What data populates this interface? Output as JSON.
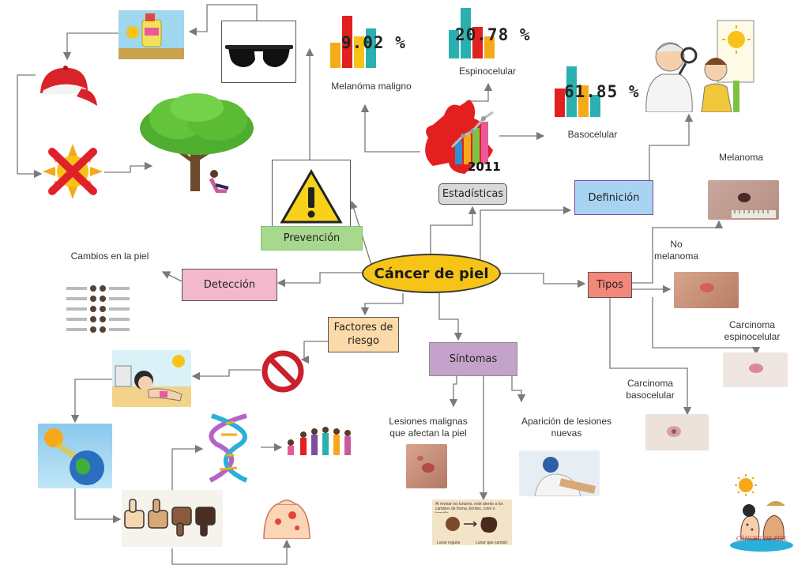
{
  "central": {
    "label": "Cáncer de piel"
  },
  "branches": {
    "prevencion": "Prevención",
    "estadisticas": "Estadísticas",
    "definicion": "Definición",
    "deteccion": "Detección",
    "tipos": "Tipos",
    "factores": "Factores de riesgo",
    "sintomas": "Síntomas"
  },
  "stats": {
    "melanoma_pct": "9.02 %",
    "melanoma_label": "Melanóma maligno",
    "espino_pct": "20.78 %",
    "espino_label": "Espinocelular",
    "baso_pct": "61.85 %",
    "baso_label": "Basocelular",
    "year": "2011"
  },
  "detection": {
    "changes_label": "Cambios en la piel"
  },
  "types": {
    "melanoma": "Melanoma",
    "no_melanoma": "No melanoma",
    "carcinoma_espinocelular": "Carcinoma espinocelular",
    "carcinoma_basocelular": "Carcinoma basocelular"
  },
  "symptoms": {
    "lesiones_malignas": "Lesiones malignas que afectan la piel",
    "aparicion": "Aparición de lesiones nuevas",
    "card_text": "Al revisar los lunares, esté atento a los cambios de forma, bordes, color o tamaño.",
    "normal_mole": "Lunar regular",
    "abnormal_mole": "Lunar que cambió"
  },
  "logo_text": "CÁNCER DE PIEL",
  "colors": {
    "central": "#f6c416",
    "prevencion": "#a6d88e",
    "estadisticas": "#d9d9d9",
    "definicion": "#a8d4f2",
    "deteccion": "#f3b8cc",
    "tipos": "#f3877a",
    "factores": "#fcd9a8",
    "sintomas": "#c3a3cb"
  }
}
